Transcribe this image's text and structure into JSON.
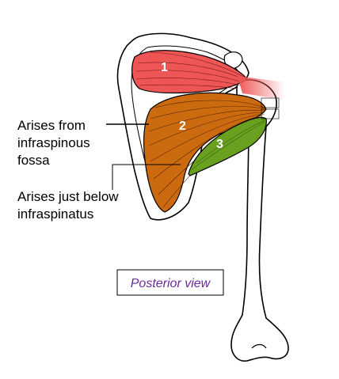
{
  "labels": {
    "origin_supraspinatus_line1": "Arises from",
    "origin_supraspinatus_line2": "infraspinous",
    "origin_supraspinatus_line3": "fossa",
    "origin_teres_line1": "Arises just below",
    "origin_teres_line2": "infraspinatus"
  },
  "muscles": [
    {
      "number": "1",
      "color": "#ee5555"
    },
    {
      "number": "2",
      "color": "#cc6a10"
    },
    {
      "number": "3",
      "color": "#6aa020"
    }
  ],
  "view_caption": "Posterior view",
  "colors": {
    "outline": "#000000",
    "caption_text": "#6a2a9a"
  }
}
